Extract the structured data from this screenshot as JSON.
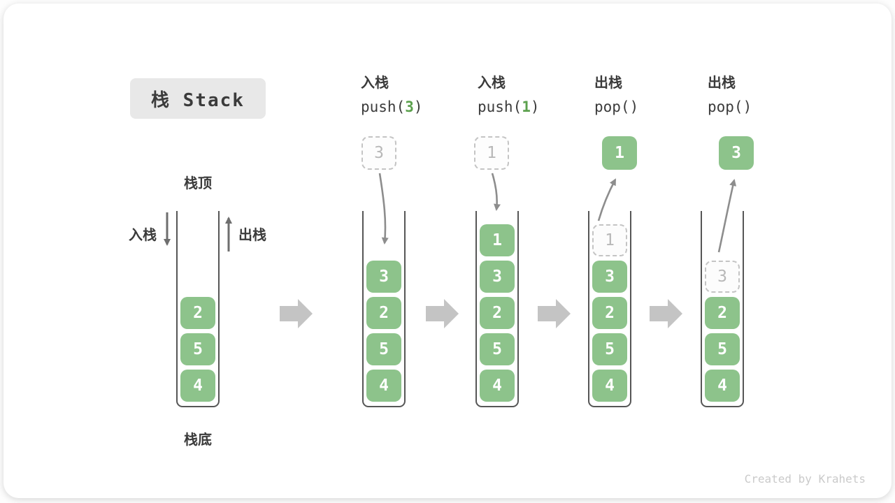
{
  "title": "栈 Stack",
  "credit": "Created by Krahets",
  "colors": {
    "cell_green": "#8dc38b",
    "code_arg_green": "#5ca14e",
    "ghost_gray": "#c4c4c4",
    "flow_arrow_gray": "#c4c4c4",
    "curve_arrow_gray": "#8d8d8d",
    "label_dark": "#3b3b3b",
    "title_bg": "#e8e8e8"
  },
  "initial_stack": {
    "top_label": "栈顶",
    "bottom_label": "栈底",
    "push_label": "入栈",
    "pop_label": "出栈",
    "cells": [
      {
        "value": "2",
        "type": "solid"
      },
      {
        "value": "5",
        "type": "solid"
      },
      {
        "value": "4",
        "type": "solid"
      }
    ]
  },
  "steps": [
    {
      "op_label": "入栈",
      "code_pre": "push(",
      "code_arg": "3",
      "code_post": ")",
      "float_value": "3",
      "float_type": "ghost",
      "cells": [
        {
          "value": "3",
          "type": "solid"
        },
        {
          "value": "2",
          "type": "solid"
        },
        {
          "value": "5",
          "type": "solid"
        },
        {
          "value": "4",
          "type": "solid"
        }
      ]
    },
    {
      "op_label": "入栈",
      "code_pre": "push(",
      "code_arg": "1",
      "code_post": ")",
      "float_value": "1",
      "float_type": "ghost",
      "cells": [
        {
          "value": "1",
          "type": "solid"
        },
        {
          "value": "3",
          "type": "solid"
        },
        {
          "value": "2",
          "type": "solid"
        },
        {
          "value": "5",
          "type": "solid"
        },
        {
          "value": "4",
          "type": "solid"
        }
      ]
    },
    {
      "op_label": "出栈",
      "code_pre": "pop(",
      "code_arg": "",
      "code_post": ")",
      "float_value": "1",
      "float_type": "solid",
      "cells": [
        {
          "value": "1",
          "type": "ghost"
        },
        {
          "value": "3",
          "type": "solid"
        },
        {
          "value": "2",
          "type": "solid"
        },
        {
          "value": "5",
          "type": "solid"
        },
        {
          "value": "4",
          "type": "solid"
        }
      ]
    },
    {
      "op_label": "出栈",
      "code_pre": "pop(",
      "code_arg": "",
      "code_post": ")",
      "float_value": "3",
      "float_type": "solid",
      "cells": [
        {
          "value": "3",
          "type": "ghost"
        },
        {
          "value": "2",
          "type": "solid"
        },
        {
          "value": "5",
          "type": "solid"
        },
        {
          "value": "4",
          "type": "solid"
        }
      ]
    }
  ]
}
